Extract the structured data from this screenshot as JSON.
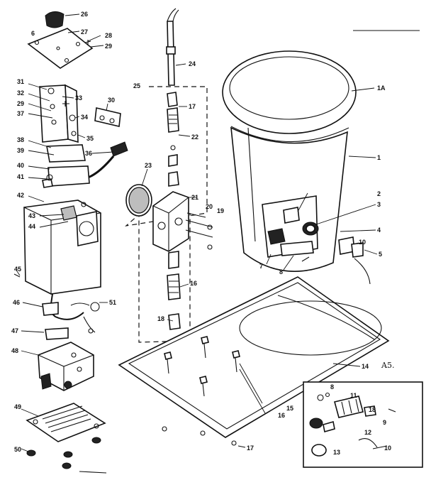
{
  "diagram": {
    "reference_code": "A5.",
    "callouts": [
      {
        "id": "26",
        "text": "26"
      },
      {
        "id": "27",
        "text": "27"
      },
      {
        "id": "6",
        "text": "6"
      },
      {
        "id": "28",
        "text": "28"
      },
      {
        "id": "29a",
        "text": "29"
      },
      {
        "id": "24",
        "text": "24"
      },
      {
        "id": "25",
        "text": "25"
      },
      {
        "id": "1A",
        "text": "1A"
      },
      {
        "id": "31",
        "text": "31"
      },
      {
        "id": "32",
        "text": "32"
      },
      {
        "id": "29b",
        "text": "29"
      },
      {
        "id": "37",
        "text": "37"
      },
      {
        "id": "33",
        "text": "33"
      },
      {
        "id": "30",
        "text": "30"
      },
      {
        "id": "34",
        "text": "34"
      },
      {
        "id": "17",
        "text": "17"
      },
      {
        "id": "22",
        "text": "22"
      },
      {
        "id": "35",
        "text": "35"
      },
      {
        "id": "38",
        "text": "38"
      },
      {
        "id": "39",
        "text": "39"
      },
      {
        "id": "36",
        "text": "36"
      },
      {
        "id": "1",
        "text": "1"
      },
      {
        "id": "23",
        "text": "23"
      },
      {
        "id": "40",
        "text": "40"
      },
      {
        "id": "41",
        "text": "41"
      },
      {
        "id": "42",
        "text": "42"
      },
      {
        "id": "21",
        "text": "21"
      },
      {
        "id": "20",
        "text": "20"
      },
      {
        "id": "19",
        "text": "19"
      },
      {
        "id": "2",
        "text": "2"
      },
      {
        "id": "3",
        "text": "3"
      },
      {
        "id": "43",
        "text": "43"
      },
      {
        "id": "44",
        "text": "44"
      },
      {
        "id": "4",
        "text": "4"
      },
      {
        "id": "10a",
        "text": "10"
      },
      {
        "id": "5",
        "text": "5"
      },
      {
        "id": "7",
        "text": "7"
      },
      {
        "id": "8a",
        "text": "8"
      },
      {
        "id": "45",
        "text": "45"
      },
      {
        "id": "16a",
        "text": "16"
      },
      {
        "id": "46",
        "text": "46"
      },
      {
        "id": "51",
        "text": "51"
      },
      {
        "id": "18a",
        "text": "18"
      },
      {
        "id": "47",
        "text": "47"
      },
      {
        "id": "14",
        "text": "14"
      },
      {
        "id": "48",
        "text": "48"
      },
      {
        "id": "8b",
        "text": "8"
      },
      {
        "id": "11",
        "text": "11"
      },
      {
        "id": "15",
        "text": "15"
      },
      {
        "id": "16b",
        "text": "16"
      },
      {
        "id": "18b",
        "text": "18"
      },
      {
        "id": "9",
        "text": "9"
      },
      {
        "id": "49",
        "text": "49"
      },
      {
        "id": "12",
        "text": "12"
      },
      {
        "id": "13",
        "text": "13"
      },
      {
        "id": "10b",
        "text": "10"
      },
      {
        "id": "17b",
        "text": "17"
      },
      {
        "id": "50",
        "text": "50"
      }
    ]
  }
}
